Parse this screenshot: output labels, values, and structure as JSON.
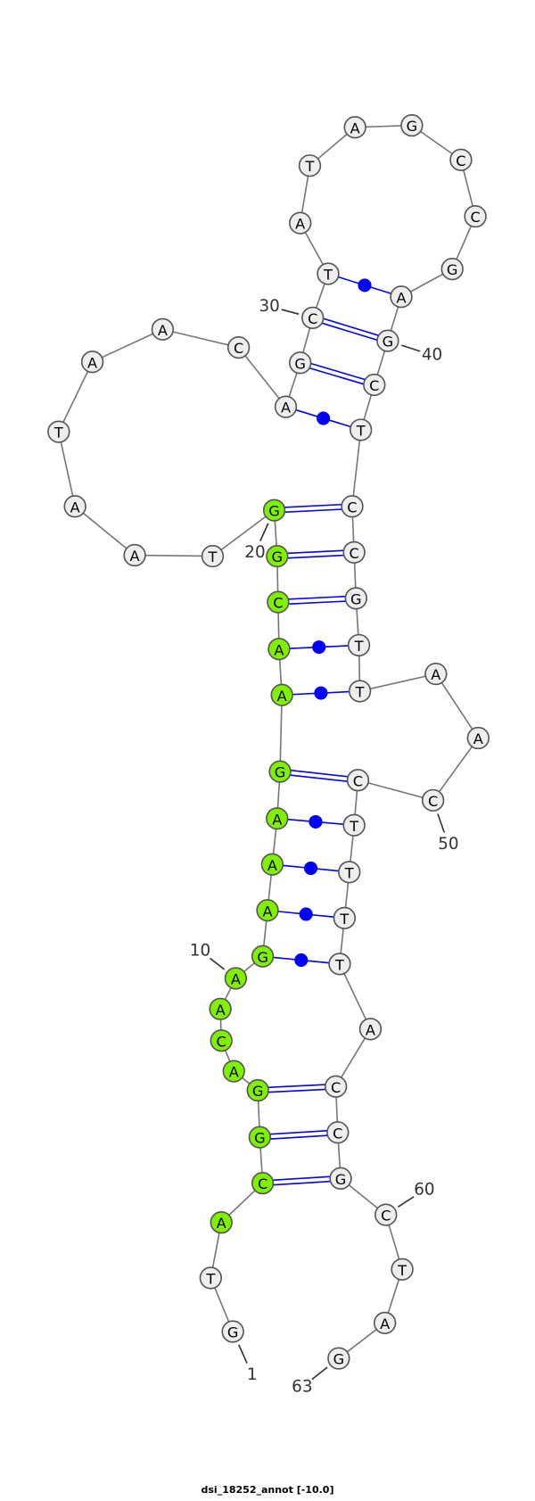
{
  "title": "dsi_18252_annot [-10.0]",
  "sequence": "GTACGGACAAGAAAGAACGGTAATAACAGCTATAGCCGAGCTCCGTTAACCTTTTACCGCTAG",
  "highlighted_range": [
    3,
    20
  ],
  "pairs": [
    [
      4,
      59
    ],
    [
      5,
      58
    ],
    [
      6,
      57
    ],
    [
      11,
      55
    ],
    [
      12,
      54
    ],
    [
      13,
      53
    ],
    [
      14,
      52
    ],
    [
      15,
      51
    ],
    [
      16,
      47
    ],
    [
      17,
      46
    ],
    [
      18,
      45
    ],
    [
      19,
      44
    ],
    [
      20,
      43
    ],
    [
      28,
      42
    ],
    [
      29,
      41
    ],
    [
      30,
      40
    ],
    [
      31,
      39
    ]
  ],
  "position_labels": [
    "1",
    "10",
    "20",
    "30",
    "40",
    "50",
    "60",
    "63"
  ],
  "colors": {
    "highlight": "#7ff000",
    "node": "#eeeeee",
    "backbone": "#777777",
    "pair": "#0000ff"
  }
}
